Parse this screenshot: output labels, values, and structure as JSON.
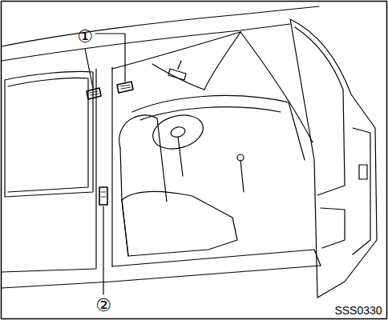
{
  "diagram": {
    "labels": [
      "①",
      "②",
      "SSS0330"
    ]
  }
}
